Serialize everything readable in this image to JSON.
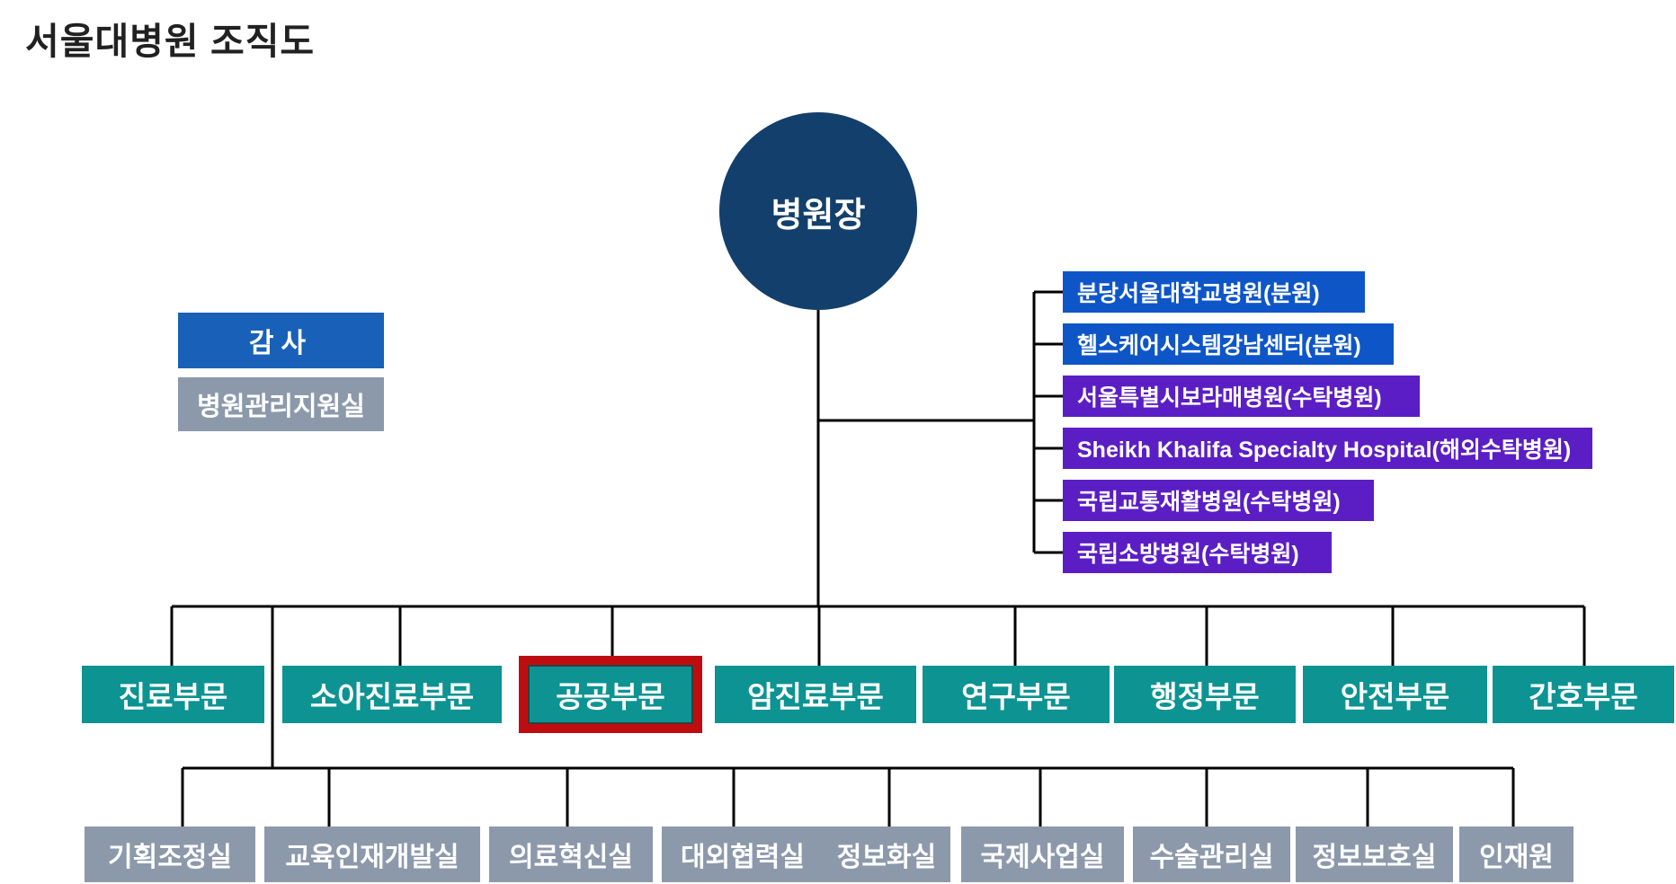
{
  "title": "서울대병원 조직도",
  "root": {
    "label": "병원장"
  },
  "audit": {
    "label": "감사"
  },
  "support_office": {
    "label": "병원관리지원실"
  },
  "affiliated_hospitals": [
    {
      "label": "분당서울대학교병원(분원)",
      "color": "#0E56C8"
    },
    {
      "label": "헬스케어시스템강남센터(분원)",
      "color": "#0E56C8"
    },
    {
      "label": "서울특별시보라매병원(수탁병원)",
      "color": "#5B1EC4"
    },
    {
      "label": "Sheikh Khalifa Specialty Hospital(해외수탁병원)",
      "color": "#5B1EC4"
    },
    {
      "label": "국립교통재활병원(수탁병원)",
      "color": "#5B1EC4"
    },
    {
      "label": "국립소방병원(수탁병원)",
      "color": "#5B1EC4"
    }
  ],
  "divisions": [
    {
      "label": "진료부문",
      "highlighted": false
    },
    {
      "label": "소아진료부문",
      "highlighted": false
    },
    {
      "label": "공공부문",
      "highlighted": true
    },
    {
      "label": "암진료부문",
      "highlighted": false
    },
    {
      "label": "연구부문",
      "highlighted": false
    },
    {
      "label": "행정부문",
      "highlighted": false
    },
    {
      "label": "안전부문",
      "highlighted": false
    },
    {
      "label": "간호부문",
      "highlighted": false
    }
  ],
  "offices": [
    {
      "label": "기획조정실"
    },
    {
      "label": "교육인재개발실"
    },
    {
      "label": "의료혁신실"
    },
    {
      "label": "대외협력실"
    },
    {
      "label": "정보화실"
    },
    {
      "label": "국제사업실"
    },
    {
      "label": "수술관리실"
    },
    {
      "label": "정보보호실"
    },
    {
      "label": "인재원"
    }
  ],
  "colors": {
    "director_navy": "#133F6C",
    "audit_blue": "#1961B8",
    "branch_blue": "#0E56C8",
    "consigned_purple": "#5B1EC4",
    "division_teal": "#0E9393",
    "office_gray": "#8C99AB",
    "highlight_red": "#BE0D10",
    "connector_black": "#000000"
  }
}
